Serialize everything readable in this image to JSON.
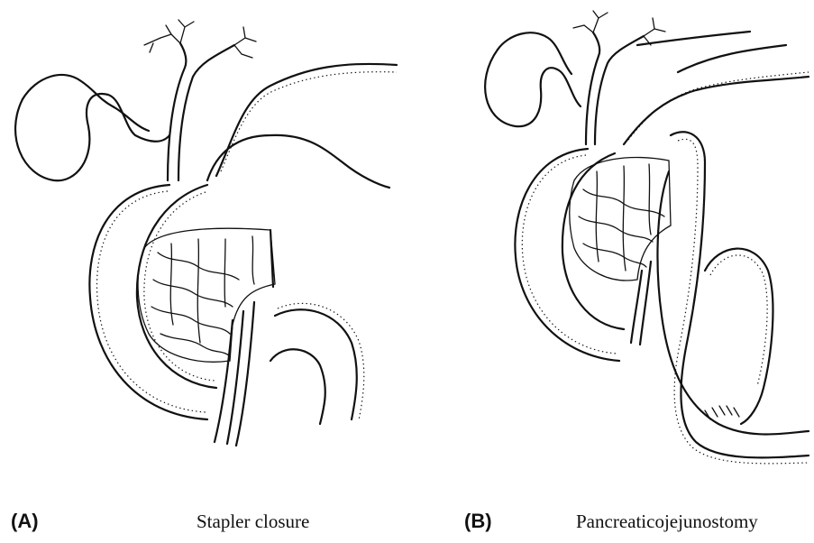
{
  "panels": [
    {
      "letter": "(A)",
      "caption": "Stapler closure"
    },
    {
      "letter": "(B)",
      "caption": "Pancreaticojejunostomy"
    }
  ]
}
